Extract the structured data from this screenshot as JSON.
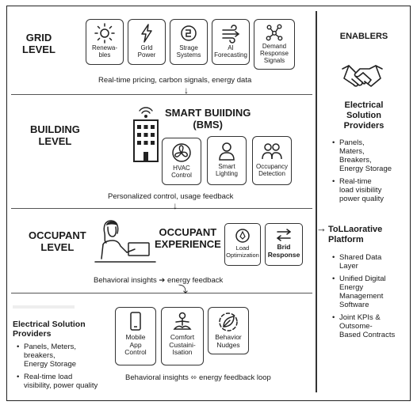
{
  "levels": {
    "grid": "GRID\nLEVEL",
    "building": "BUILDING\nLEVEL",
    "occupant": "OCCUPANT\nLEVEL"
  },
  "grid": {
    "tiles": [
      {
        "label": "Renewa-\nbles",
        "icon": "sun-icon"
      },
      {
        "label": "Grld\nPower",
        "icon": "lightning-icon"
      },
      {
        "label": "Strage\nSystems",
        "icon": "storage-gear-icon"
      },
      {
        "label": "AI\nForecasting",
        "icon": "forecast-wind-icon"
      },
      {
        "label": "Demand\nResponse\nSignals",
        "icon": "network-nodes-icon"
      }
    ],
    "caption": "Real-time pricing, carbon signals, energy data"
  },
  "building": {
    "title": "SMART BUIIDING\n(BMS)",
    "tiles": [
      {
        "label": "HVAC\nControl",
        "icon": "fan-icon"
      },
      {
        "label": "Smart\nLighting",
        "icon": "person-icon"
      },
      {
        "label": "Occupancy\nDetection",
        "icon": "people-icon"
      }
    ],
    "caption": "Personalized control, usage feedback"
  },
  "occupant": {
    "title": "OCCUPANT\nEXPERIENCE",
    "load_label": "Load\nOptimization",
    "brid_label": "Brid\nResponse",
    "caption": "Behavioral insights ➔ energy feedback"
  },
  "bottom": {
    "heading": "Electrical Solution\nProviders",
    "items": [
      "Panels, Meters,\nbreakers,\nEnergy Storage",
      "Real-time load\nvisibility, power quality"
    ],
    "tiles": [
      {
        "label": "Mobile\nApp\nControl",
        "icon": "phone-icon"
      },
      {
        "label": "Comfort\nCustaini-\nIsation",
        "icon": "meditation-icon"
      },
      {
        "label": "Behavior\nNudges",
        "icon": "leaf-icon"
      }
    ],
    "caption": "Behavioral insights ⬄ energy feedback loop"
  },
  "enablers": {
    "title": "ENABLERS",
    "provider_heading": "Electrical\nSolution\nProviders",
    "provider_items": [
      "Panels,\nMaters,\nBreakers,\nEnergy Storage",
      "Real-time\nload visibility\npower quality"
    ],
    "platform_heading": "ToLLaorative\nPlatform",
    "platform_items": [
      "Shared Data\nLayer",
      "Unified Digital\nEnergy\nManagement\nSoftware",
      "Joint KPIs &\nOutsome-\nBased Contracts"
    ]
  }
}
